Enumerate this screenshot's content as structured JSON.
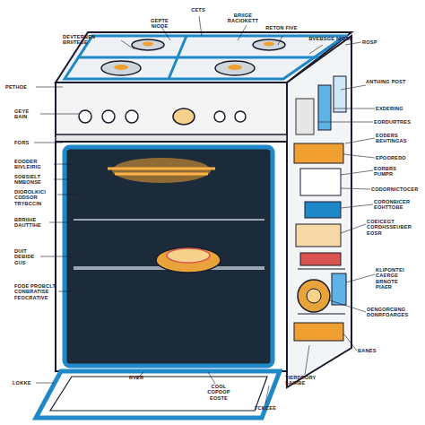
{
  "diagram": {
    "labels": [
      "CETS",
      "BRIIGE RACIOKETT",
      "GEPTE NIODE",
      "RETON FIVE",
      "DEVTERBEN BRIITEGE",
      "BVEBSGE NIODE",
      "ROSP",
      "PETHOE",
      "ANTHING POST",
      "EXDERING",
      "GEYE BAIN",
      "EORDURTRES",
      "EODERS BEHTINGAS",
      "FORS",
      "EPOOREDO",
      "EOODER BIVLEIRIG",
      "EORBRS PUMPR",
      "SOBSIELT NMBONSE",
      "CODORNICTOCER",
      "DIOROLKICI CODSOR TRYBCCIN",
      "CORONBICER EOHTTOBE",
      "BRRIIHE DAUTTIHE",
      "COEICEGT CORDHSSEUBER EOSR",
      "DUIT DEBIDE GUS",
      "KLIPONTEI CAERGE BRNOTE PIAER",
      "FODE PROBCLT CONBRATISE FEOCRATIVE",
      "OENGORCBNG DONRFOARGES",
      "BANES",
      "TIERDRORY SAIRBE",
      "LOKKE",
      "RVER",
      "COOL COPDOP EOSTE",
      "TCKCEE"
    ]
  }
}
